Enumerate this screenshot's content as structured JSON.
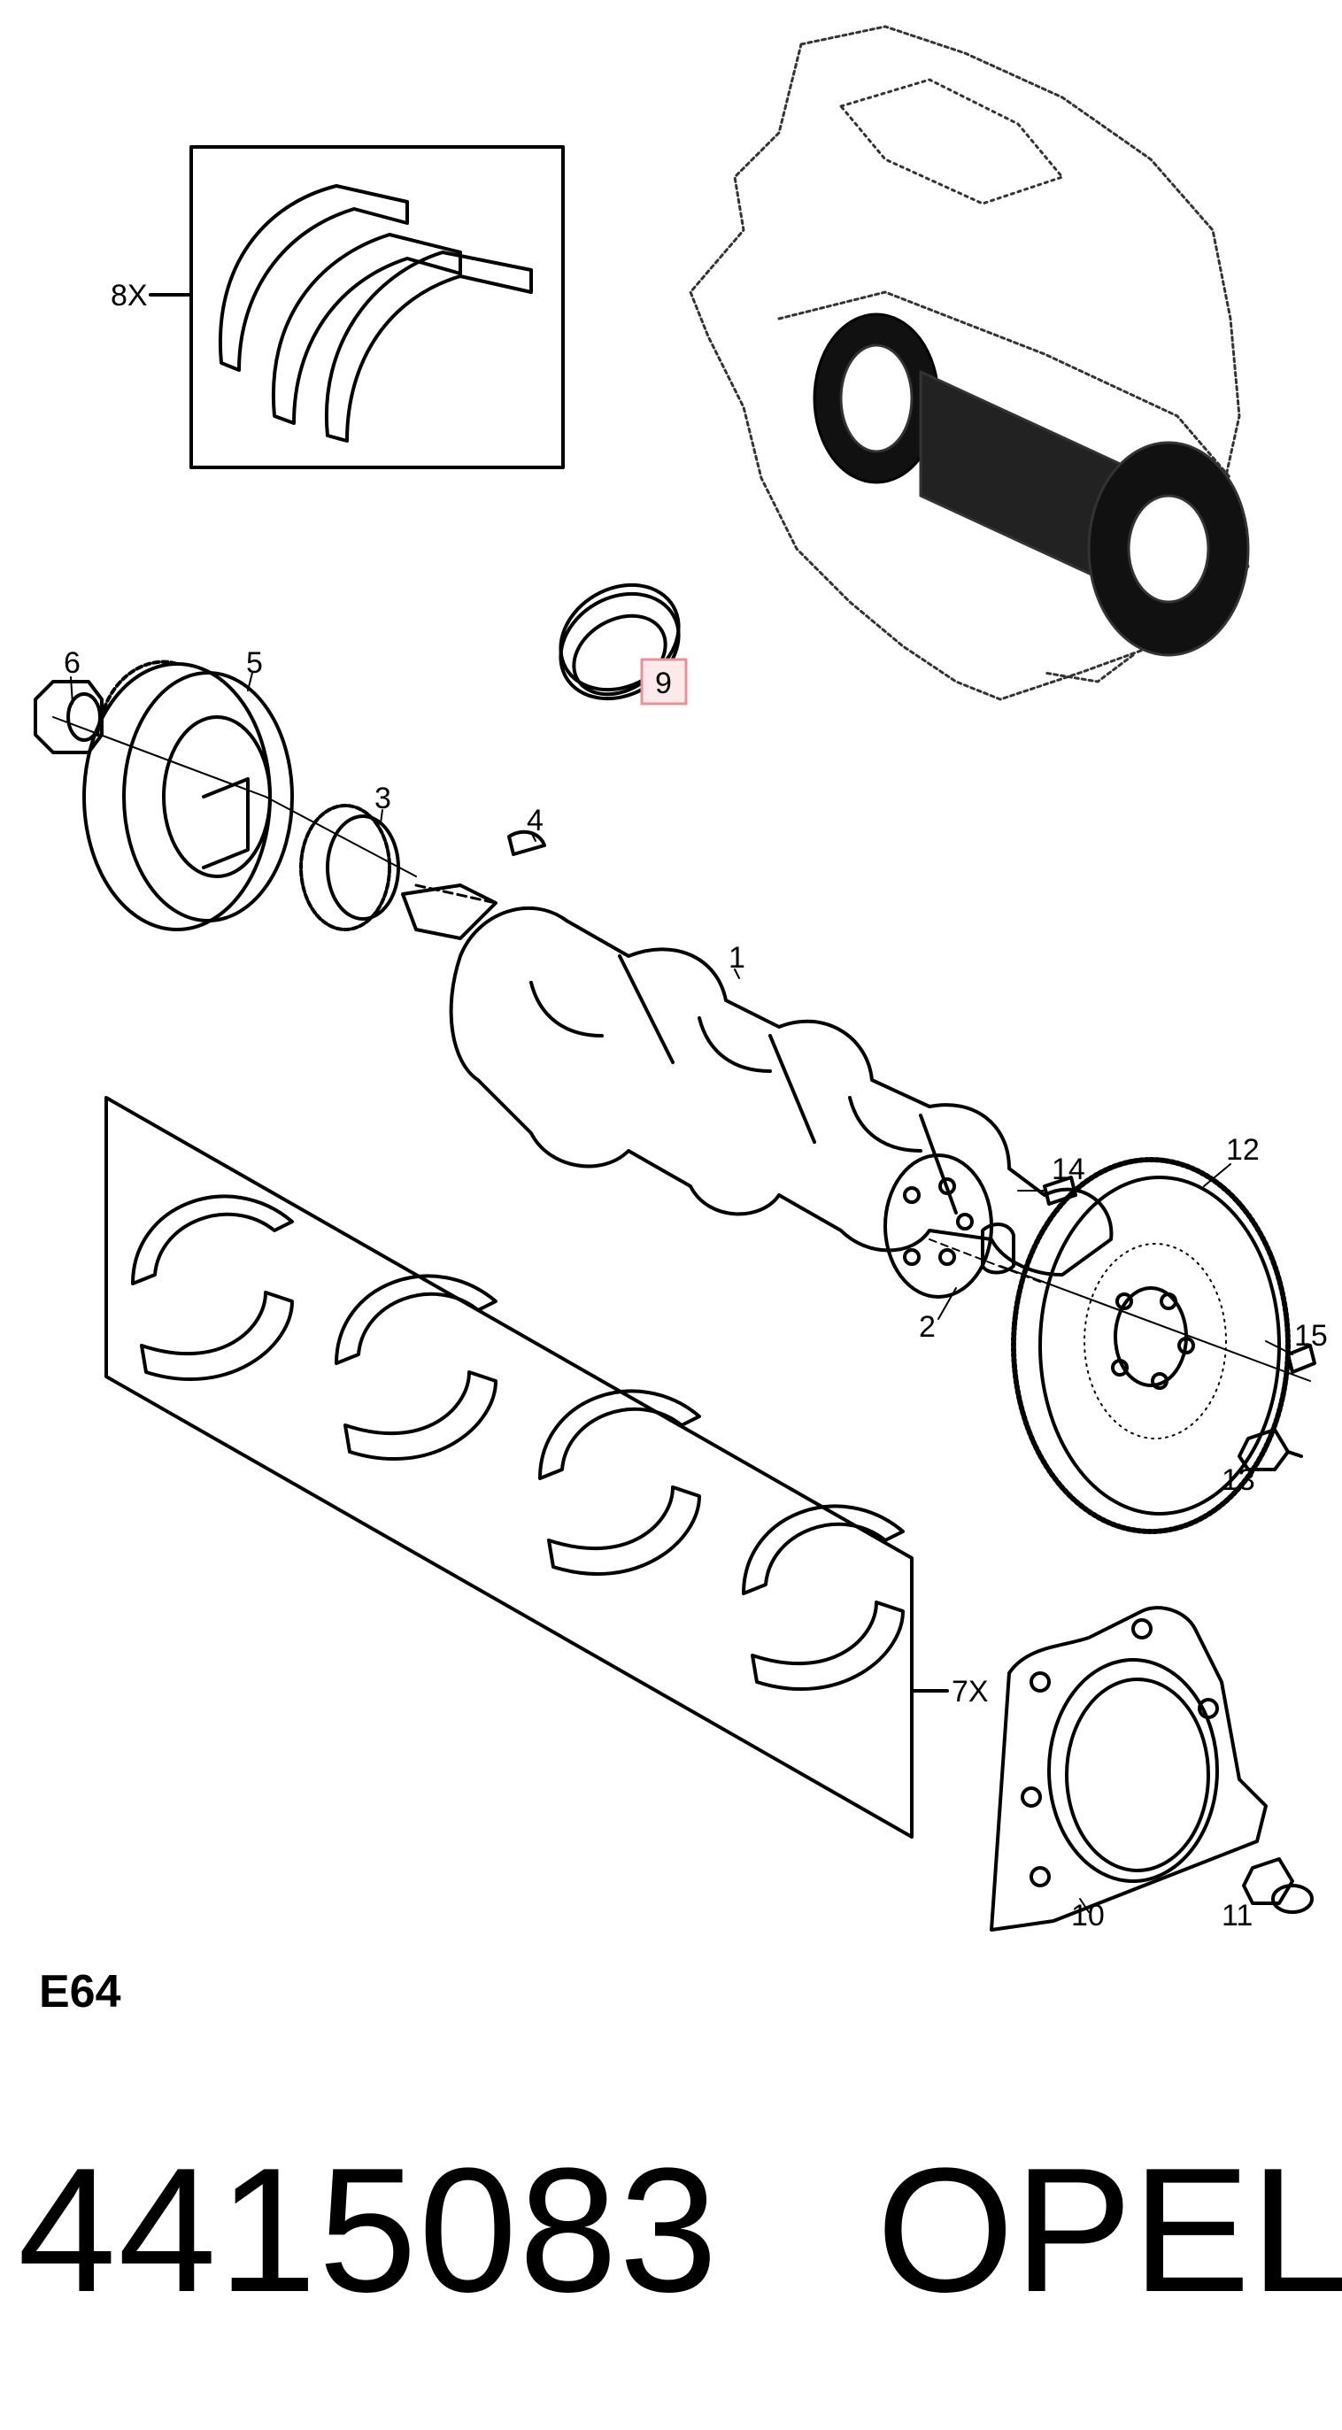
{
  "diagram": {
    "callouts": {
      "p1": "1",
      "p2": "2",
      "p3": "3",
      "p4": "4",
      "p5": "5",
      "p6": "6",
      "p7": "7X",
      "p8": "8X",
      "p9": "9",
      "p10": "10",
      "p11": "11",
      "p12": "12",
      "p13": "13",
      "p14": "14",
      "p15": "15"
    },
    "highlight_color": "#e8909a",
    "highlight_fill": "#fde8ea"
  },
  "section_code": "E64",
  "part_number": "4415083",
  "brand": "OPEL"
}
